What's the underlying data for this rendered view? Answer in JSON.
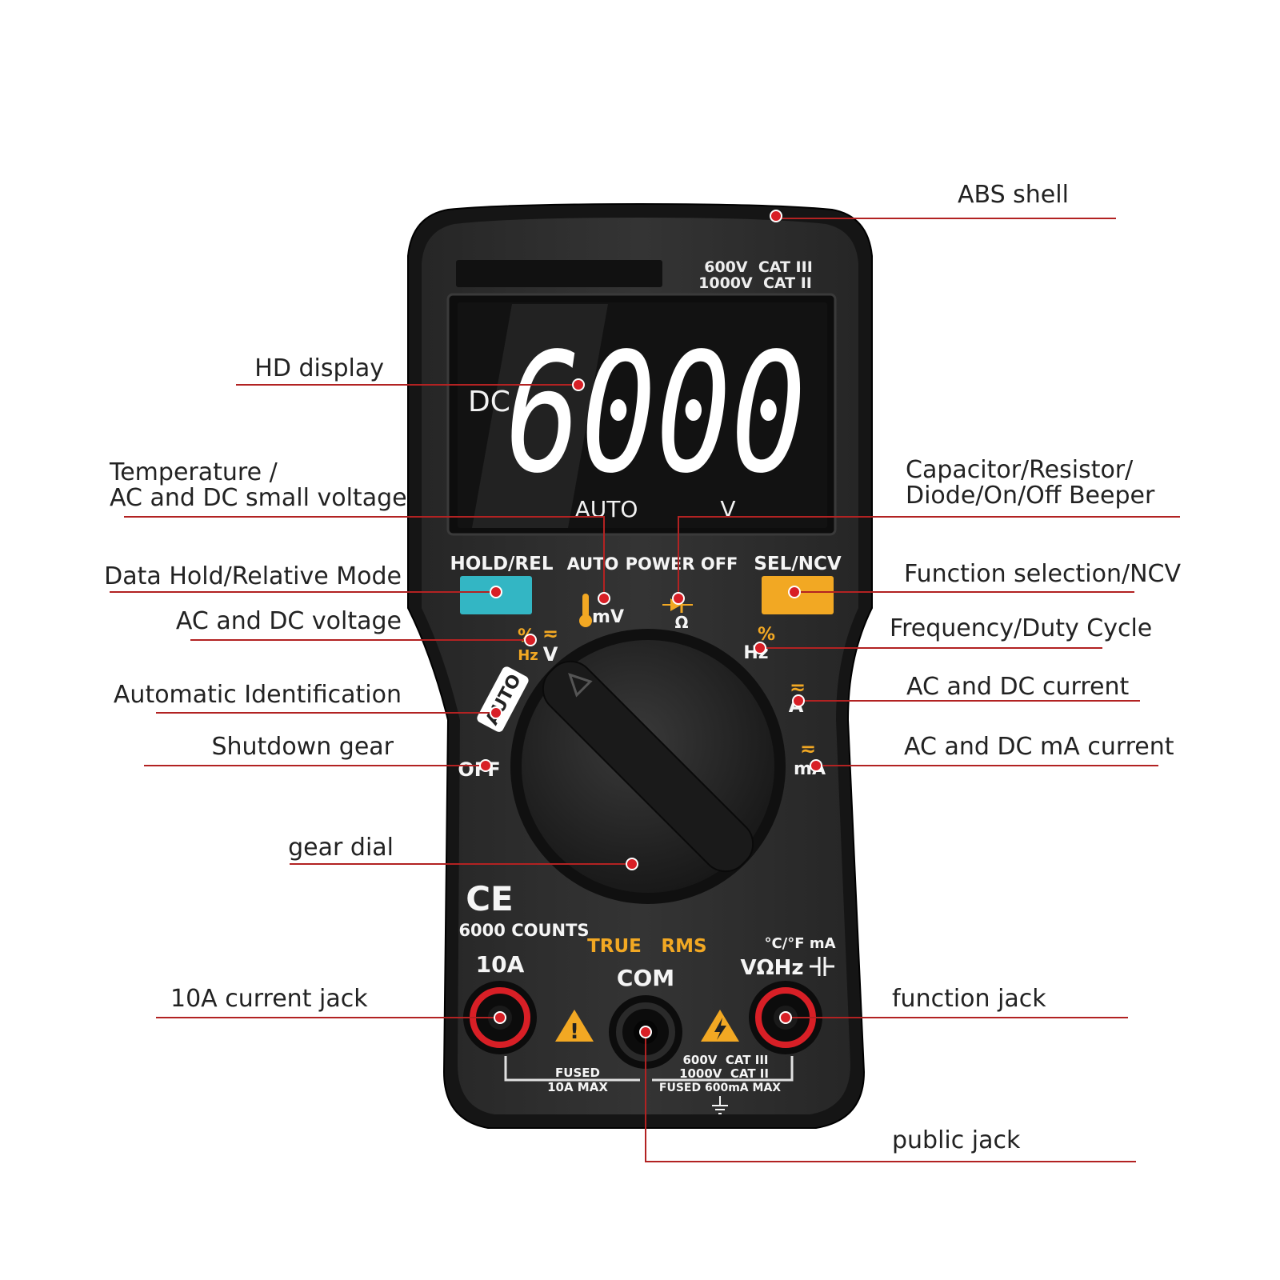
{
  "meter": {
    "rating_top": "600V  CAT III",
    "rating_bottom": "1000V  CAT II",
    "display": {
      "mode": "DC",
      "reading": "6000",
      "range": "AUTO",
      "unit": "V"
    },
    "buttons": {
      "hold_label": "HOLD/REL",
      "auto_label": "AUTO",
      "power_label": "POWER OFF",
      "sel_label": "SEL/NCV",
      "hold_color": "#33b6c4",
      "sel_color": "#f2a823"
    },
    "dial": {
      "temp_mv": "mV",
      "ohm": "Ω",
      "pct": "%",
      "hz": "Hz",
      "v": "V",
      "auto": "AUTO",
      "off": "OFF",
      "a": "A",
      "ma": "mA"
    },
    "ce_mark": "CE",
    "counts": "6000 COUNTS",
    "true_label": "TRUE",
    "rms_label": "RMS",
    "jacks": {
      "tenA": "10A",
      "com": "COM",
      "func": "VΩHz",
      "func_top": "°C/°F mA",
      "fused_left_1": "FUSED",
      "fused_left_2": "10A MAX",
      "fused_right_1": "600V  CAT III",
      "fused_right_2": "1000V  CAT II",
      "fused_right_3": "FUSED 600mA MAX"
    },
    "accent_red": "#c0392b",
    "accent_orange": "#f2a823",
    "body_color": "#2b2b2b"
  },
  "callouts": {
    "abs_shell": "ABS shell",
    "hd_display": "HD display",
    "temperature_1": "Temperature /",
    "temperature_2": "AC and DC small voltage",
    "capacitor_1": "Capacitor/Resistor/",
    "capacitor_2": "Diode/On/Off Beeper",
    "data_hold": "Data Hold/Relative Mode",
    "function_sel": "Function selection/NCV",
    "ac_dc_voltage": "AC and DC voltage",
    "frequency": "Frequency/Duty Cycle",
    "auto_id": "Automatic Identification",
    "ac_dc_current": "AC and DC current",
    "shutdown": "Shutdown gear",
    "ac_dc_ma": "AC and DC mA current",
    "gear_dial": "gear dial",
    "tenA_jack": "10A current jack",
    "function_jack": "function jack",
    "public_jack": "public jack"
  }
}
